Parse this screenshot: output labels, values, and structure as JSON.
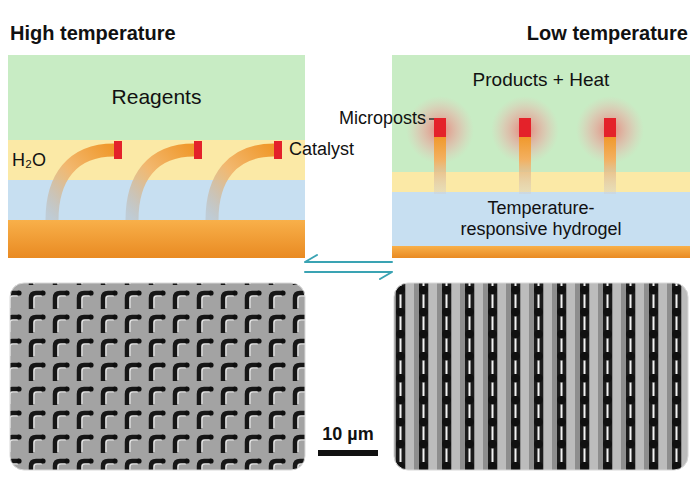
{
  "diagram": {
    "nodes": [
      {
        "text": [
          "High temperature"
        ]
      },
      {
        "text": [
          "Reagents"
        ],
        "in": 0
      },
      {
        "text": [
          "H₂O"
        ],
        "in": 0
      },
      {
        "text": [
          "Low temperature"
        ]
      },
      {
        "text": [
          "Products + Heat"
        ],
        "in": 3
      },
      {
        "text": [
          "Temperature-responsive hydrogel"
        ],
        "in": 3
      }
    ],
    "edges": [
      {
        "from": 3,
        "to": 0,
        "arrow": "to"
      },
      {
        "from": 0,
        "to": 3,
        "arrow": "to"
      }
    ],
    "labels": [
      "Catalyst",
      "Microposts",
      "10 µm"
    ]
  }
}
